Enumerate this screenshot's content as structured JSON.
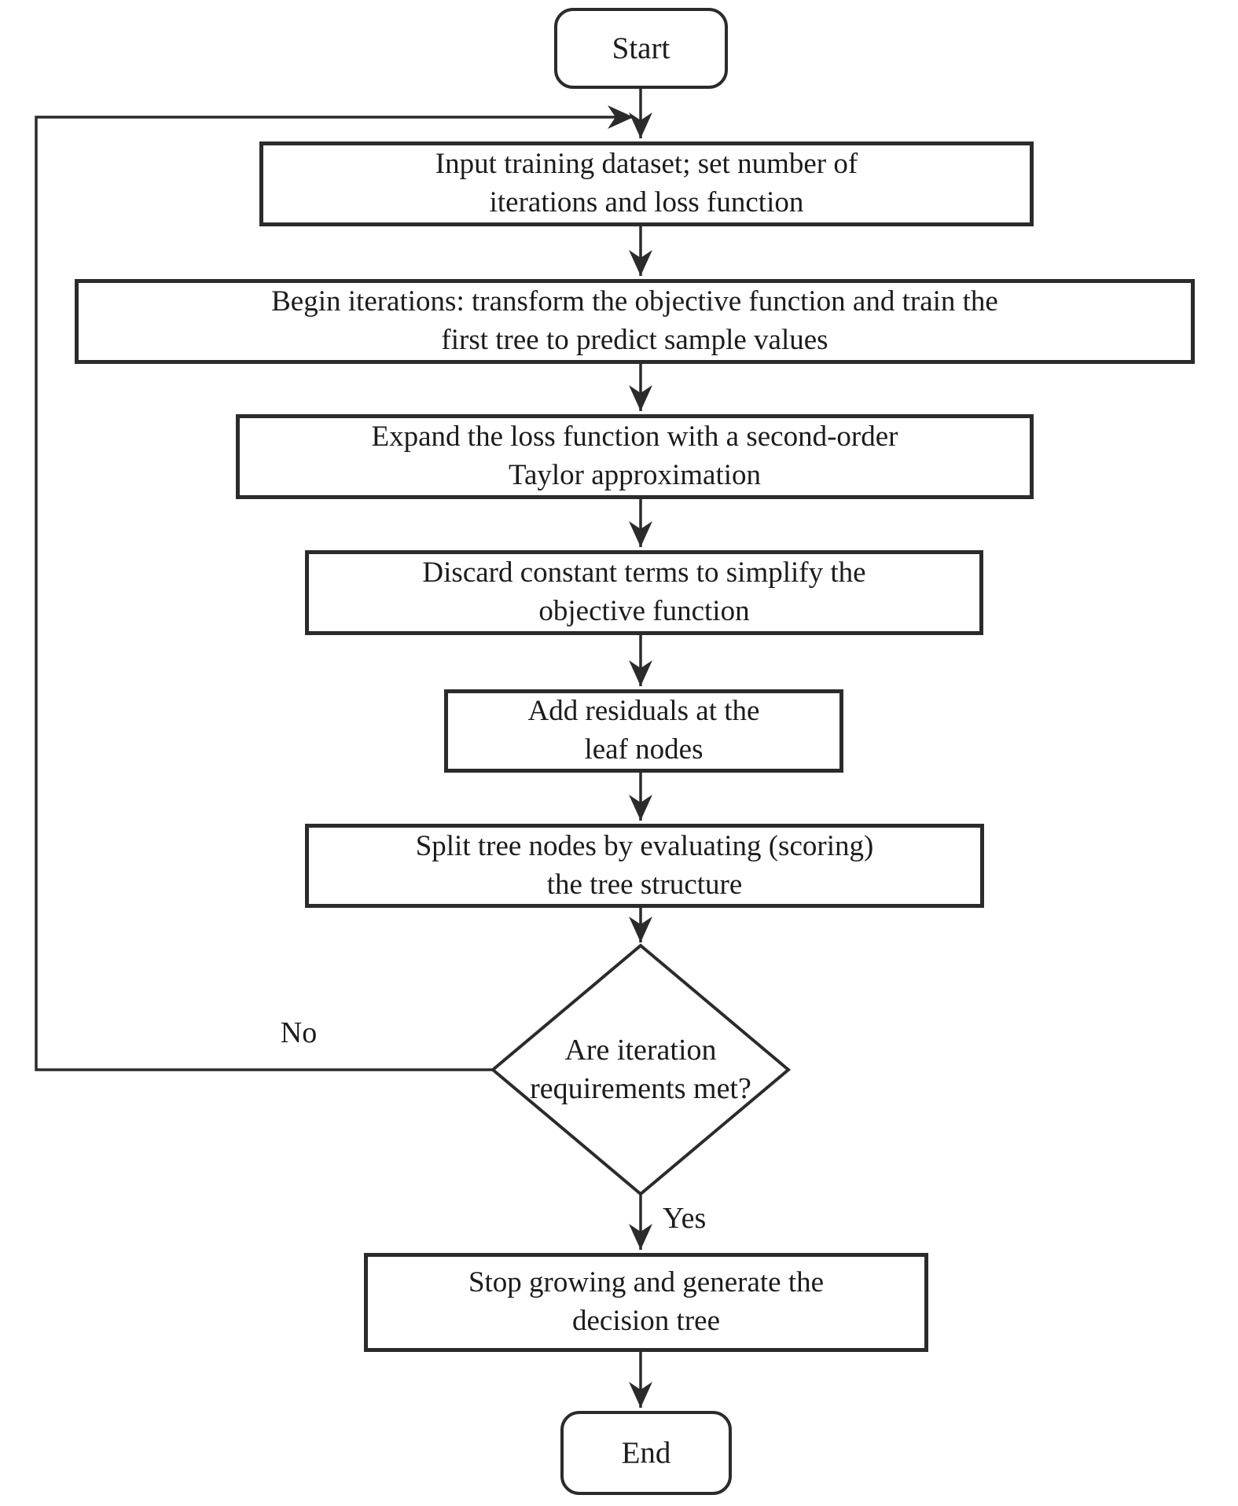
{
  "flowchart": {
    "nodes": {
      "start": {
        "type": "terminal",
        "label": "Start"
      },
      "input": {
        "type": "process",
        "label": "Input training dataset; set number of\niterations and loss function"
      },
      "begin": {
        "type": "process",
        "label": "Begin iterations: transform the objective function and train the\nfirst tree to predict sample values"
      },
      "expand": {
        "type": "process",
        "label": "Expand the loss function with a second-order\nTaylor approximation"
      },
      "discard": {
        "type": "process",
        "label": "Discard constant terms to simplify the\nobjective function"
      },
      "residuals": {
        "type": "process",
        "label": "Add residuals at the\nleaf nodes"
      },
      "split": {
        "type": "process",
        "label": "Split tree nodes by evaluating (scoring)\nthe tree structure"
      },
      "decision": {
        "type": "decision",
        "label": "Are iteration\nrequirements met?"
      },
      "stop": {
        "type": "process",
        "label": "Stop growing and generate the\ndecision tree"
      },
      "end": {
        "type": "terminal",
        "label": "End"
      }
    },
    "edge_labels": {
      "no": "No",
      "yes": "Yes"
    },
    "colors": {
      "stroke": "#2b2b2b",
      "text": "#1c1c1c",
      "background": "#ffffff"
    }
  }
}
